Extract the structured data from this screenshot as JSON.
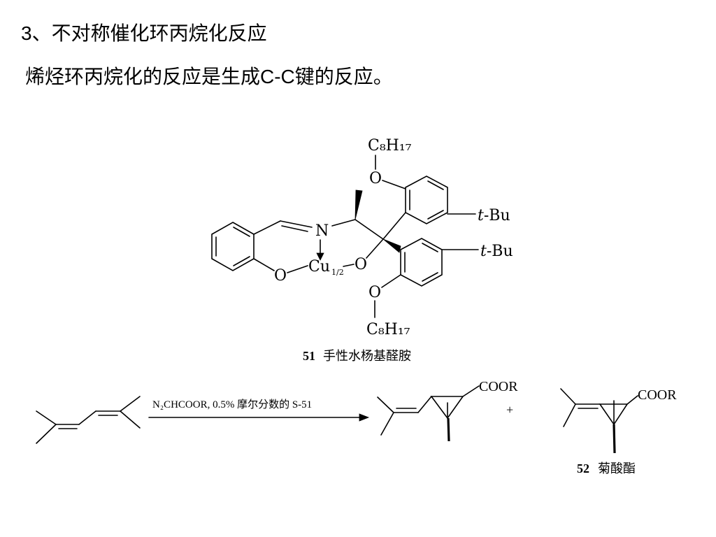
{
  "title": "3、不对称催化环丙烷化反应",
  "subtitle": "烯烃环丙烷化的反应是生成C-C键的反应。",
  "catalyst_51": {
    "top_chain": "C₈H₁₇",
    "o_top": "O",
    "n": "N",
    "t_bu_upper": {
      "t": "t",
      "bu": "-Bu"
    },
    "t_bu_lower": {
      "t": "t",
      "bu": "-Bu"
    },
    "o_phenoxy": "O",
    "cu": "Cu",
    "cu_sub": "1/2",
    "o_alkoxy": "O",
    "o_bottom": "O",
    "bottom_chain": "C₈H₁₇",
    "caption_number": "51",
    "caption_name": "手性水杨基醛胺"
  },
  "reaction": {
    "conditions": "N₂CHCOOR, 0.5% 摩尔分数的 S-51",
    "product1_group": "COOR",
    "plus": "+",
    "product2_group": "COOR",
    "product_number": "52",
    "product_name": "菊酸酯"
  }
}
